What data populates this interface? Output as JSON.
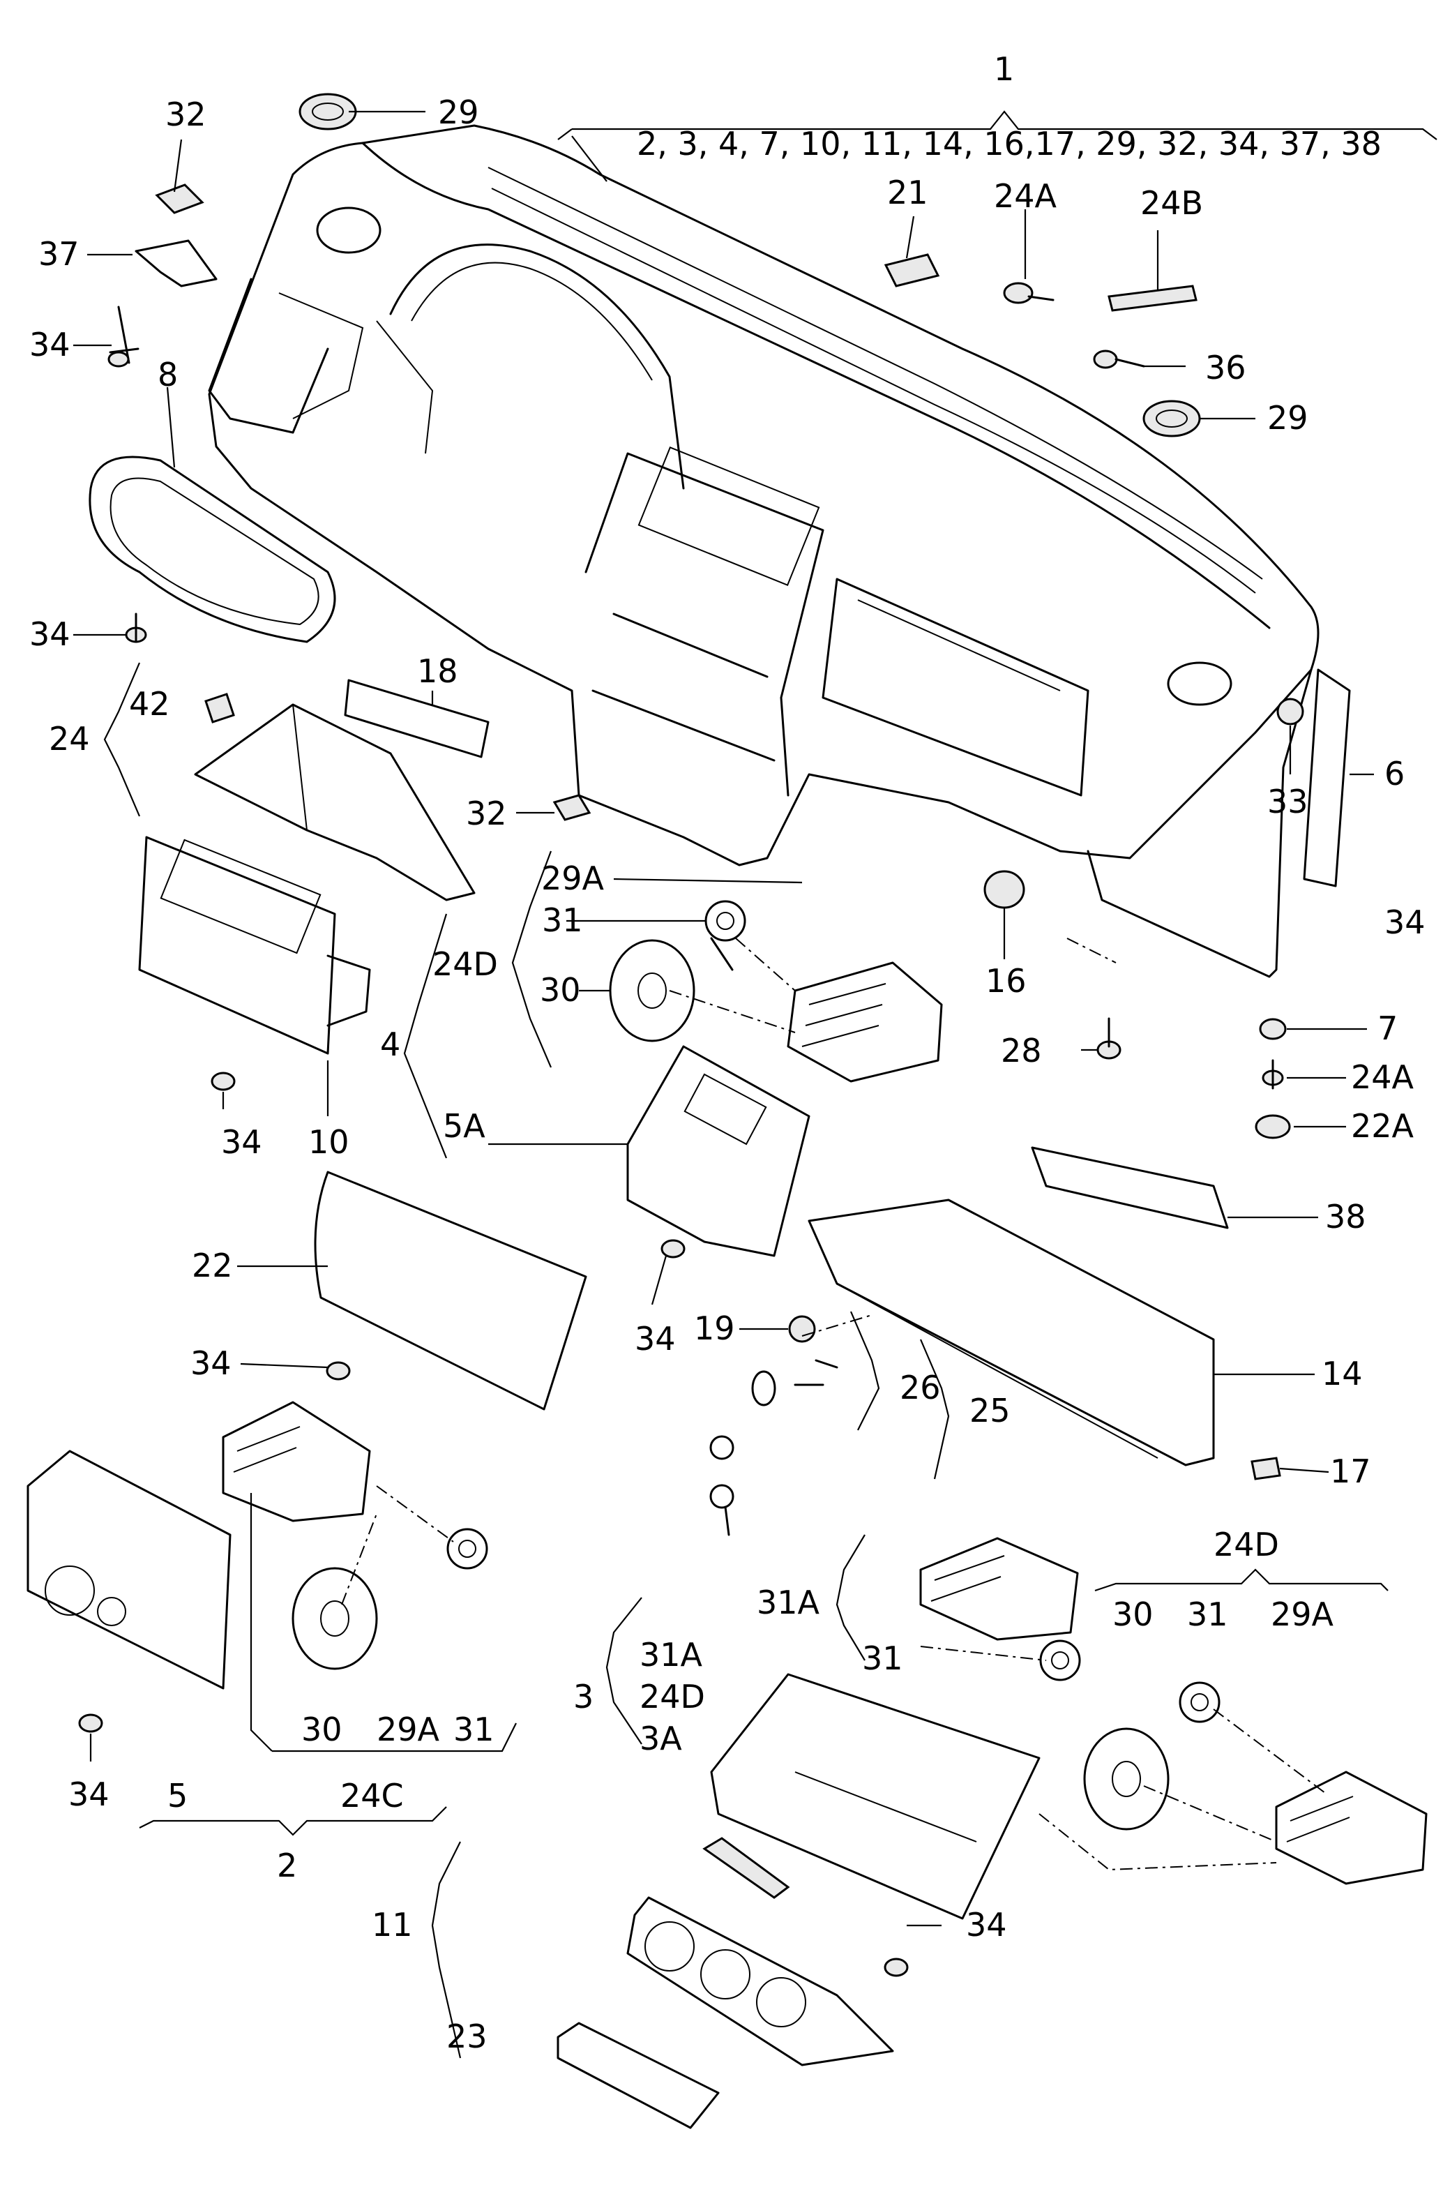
{
  "labels": {
    "l1": "1",
    "l1_list": "2, 3, 4, 7, 10, 11, 14, 16,17, 29, 32, 34, 37, 38",
    "l32a": "32",
    "l29a": "29",
    "l37": "37",
    "l34a": "34",
    "l8": "8",
    "l21": "21",
    "l24A_a": "24A",
    "l24B": "24B",
    "l36": "36",
    "l29b": "29",
    "l34b": "34",
    "l18": "18",
    "l42": "42",
    "l24": "24",
    "l33": "33",
    "l6": "6",
    "l32b": "32",
    "l29A_a": "29A",
    "l31a": "31",
    "l24D_a": "24D",
    "l30a": "30",
    "l16": "16",
    "l34c": "34",
    "l4": "4",
    "l7": "7",
    "l28": "28",
    "l24A_b": "24A",
    "l22A": "22A",
    "l34d": "34",
    "l10": "10",
    "l5A": "5A",
    "l38": "38",
    "l22": "22",
    "l34e": "34",
    "l19": "19",
    "l14": "14",
    "l26": "26",
    "l25": "25",
    "l17": "17",
    "l34f": "34",
    "l24D_b": "24D",
    "l31A_a": "31A",
    "l31b": "31",
    "l30b": "30",
    "l31c": "31",
    "l29A_b": "29A",
    "l31A_b": "31A",
    "l3": "3",
    "l24D_c": "24D",
    "l3A": "3A",
    "l30c": "30",
    "l29A_c": "29A",
    "l31d": "31",
    "l34g": "34",
    "l5": "5",
    "l24C": "24C",
    "l2": "2",
    "l34h": "34",
    "l11": "11",
    "l23": "23"
  }
}
